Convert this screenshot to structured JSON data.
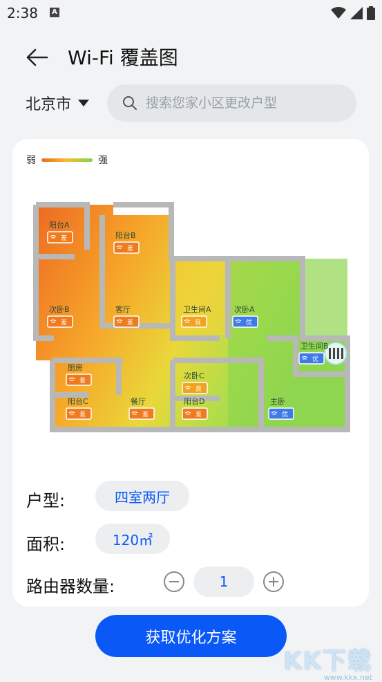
{
  "status": {
    "time": "2:38"
  },
  "header": {
    "title": "Wi-Fi 覆盖图"
  },
  "search": {
    "city": "北京市",
    "placeholder": "搜索您家小区更改户型"
  },
  "legend": {
    "weak": "弱",
    "strong": "强"
  },
  "rooms": [
    {
      "name": "阳台A",
      "signal": "差"
    },
    {
      "name": "阳台B",
      "signal": "差"
    },
    {
      "name": "次卧B",
      "signal": "差"
    },
    {
      "name": "客厅",
      "signal": "差"
    },
    {
      "name": "卫生间A",
      "signal": "良"
    },
    {
      "name": "次卧A",
      "signal": "优"
    },
    {
      "name": "卫生间B",
      "signal": "优"
    },
    {
      "name": "厨房",
      "signal": "差"
    },
    {
      "name": "阳台C",
      "signal": "差"
    },
    {
      "name": "餐厅",
      "signal": "差"
    },
    {
      "name": "次卧C",
      "signal": "良"
    },
    {
      "name": "阳台D",
      "signal": "差"
    },
    {
      "name": "主卧",
      "signal": "优"
    }
  ],
  "info": {
    "layout_label": "户型:",
    "layout_value": "四室两厅",
    "area_label": "面积:",
    "area_value": "120㎡",
    "router_label": "路由器数量:",
    "router_count": "1"
  },
  "actions": {
    "submit": "获取优化方案"
  },
  "colors": {
    "accent": "#0a59f7",
    "bad": "#f07a1e",
    "good": "#3f7be8"
  },
  "watermark": {
    "letters": "KK下载",
    "url": "www.kkx.net"
  }
}
